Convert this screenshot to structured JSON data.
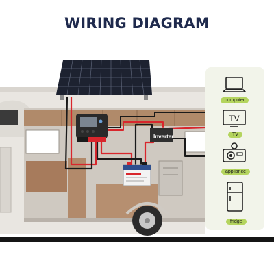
{
  "header": {
    "title": "WIRING DIAGRAM"
  },
  "inverter": {
    "label": "Inverter"
  },
  "devices": [
    {
      "label": "computer",
      "icon": "laptop-icon"
    },
    {
      "label": "TV",
      "icon": "tv-icon"
    },
    {
      "label": "appliance",
      "icon": "camera-icon"
    },
    {
      "label": "fridge",
      "icon": "fridge-icon"
    }
  ],
  "colors": {
    "title": "#1f2a4d",
    "accent_green": "#b4d45e",
    "wire_red": "#d8262c",
    "wire_black": "#1a1a1a",
    "panel_bg": "#f2f4ea"
  }
}
